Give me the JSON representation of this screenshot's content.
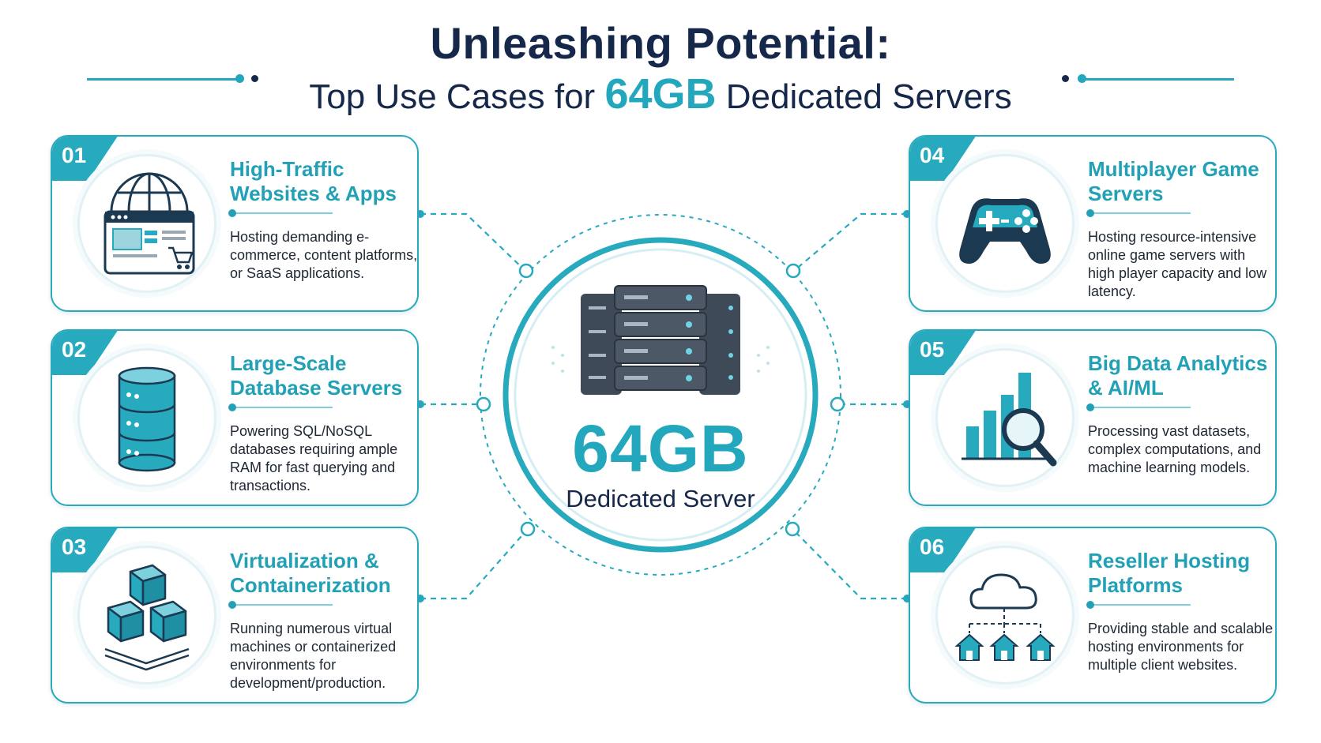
{
  "header": {
    "title_line1": "Unleashing Potential:",
    "title_line2_prefix": "Top Use Cases for",
    "title_line2_accent": "64GB",
    "title_line2_suffix": "Dedicated Servers"
  },
  "center": {
    "capacity": "64GB",
    "label": "Dedicated Server"
  },
  "colors": {
    "accent": "#27a9be",
    "navy": "#15284a",
    "dark_icon": "#1b3a52"
  },
  "cards": [
    {
      "number": "01",
      "title": "High-Traffic Websites & Apps",
      "description": "Hosting demanding e-commerce, content platforms, or SaaS applications.",
      "icon": "web-shop-globe-icon"
    },
    {
      "number": "02",
      "title": "Large-Scale Database Servers",
      "description": "Powering SQL/NoSQL databases requiring ample RAM for fast querying and transactions.",
      "icon": "database-icon"
    },
    {
      "number": "03",
      "title": "Virtualization & Containerization",
      "description": "Running numerous virtual machines or containerized environments for development/production.",
      "icon": "cubes-icon"
    },
    {
      "number": "04",
      "title": "Multiplayer Game Servers",
      "description": "Hosting resource-intensive online game servers with high player capacity and low latency.",
      "icon": "gamepad-icon"
    },
    {
      "number": "05",
      "title": "Big Data Analytics & AI/ML",
      "description": "Processing vast datasets, complex computations, and machine learning models.",
      "icon": "analytics-magnifier-icon"
    },
    {
      "number": "06",
      "title": "Reseller Hosting Platforms",
      "description": "Providing stable and scalable hosting environments for multiple client websites.",
      "icon": "cloud-houses-icon"
    }
  ]
}
